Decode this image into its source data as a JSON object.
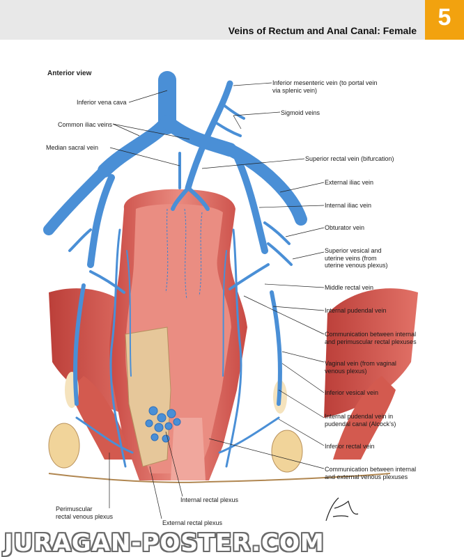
{
  "header": {
    "title": "Veins of Rectum and Anal Canal: Female",
    "chapter": "5",
    "colors": {
      "bar": "#e8e8e8",
      "chapter_box": "#f2a20f"
    }
  },
  "view_label": "Anterior view",
  "labels": {
    "inferior_mesenteric": "Inferior mesenteric vein (to portal vein\nvia splenic vein)",
    "inferior_vena_cava": "Inferior vena cava",
    "sigmoid_veins": "Sigmoid veins",
    "common_iliac": "Common iliac veins",
    "median_sacral": "Median sacral vein",
    "superior_rectal": "Superior rectal vein (bifurcation)",
    "external_iliac": "External iliac vein",
    "internal_iliac": "Internal iliac vein",
    "obturator": "Obturator vein",
    "superior_vesical": "Superior vesical and\nuterine veins (from\nuterine venous plexus)",
    "middle_rectal": "Middle rectal vein",
    "internal_pudendal": "Internal pudendal vein",
    "communication_perimuscular": "Communication between internal\nand perimuscular rectal plexuses",
    "vaginal_vein": "Vaginal vein (from vaginal\nvenous plexus)",
    "inferior_vesical": "Inferior vesical vein",
    "pudendal_canal": "Internal pudendal vein in\npudendal canal (Alcock’s)",
    "inferior_rectal": "Inferior rectal vein",
    "communication_external": "Communication between internal\nand external venous plexuses",
    "internal_rectal_plexus": "Internal rectal plexus",
    "perimuscular_plexus": "Perimuscular\nrectal venous plexus",
    "external_rectal_plexus": "External rectal plexus"
  },
  "illustration": {
    "vein_color": "#4a8fd6",
    "tissue_color": "#e0685f",
    "muscle_color": "#c9453e",
    "fat_color": "#f1d49a"
  },
  "watermark": "JURAGAN-POSTER.COM"
}
